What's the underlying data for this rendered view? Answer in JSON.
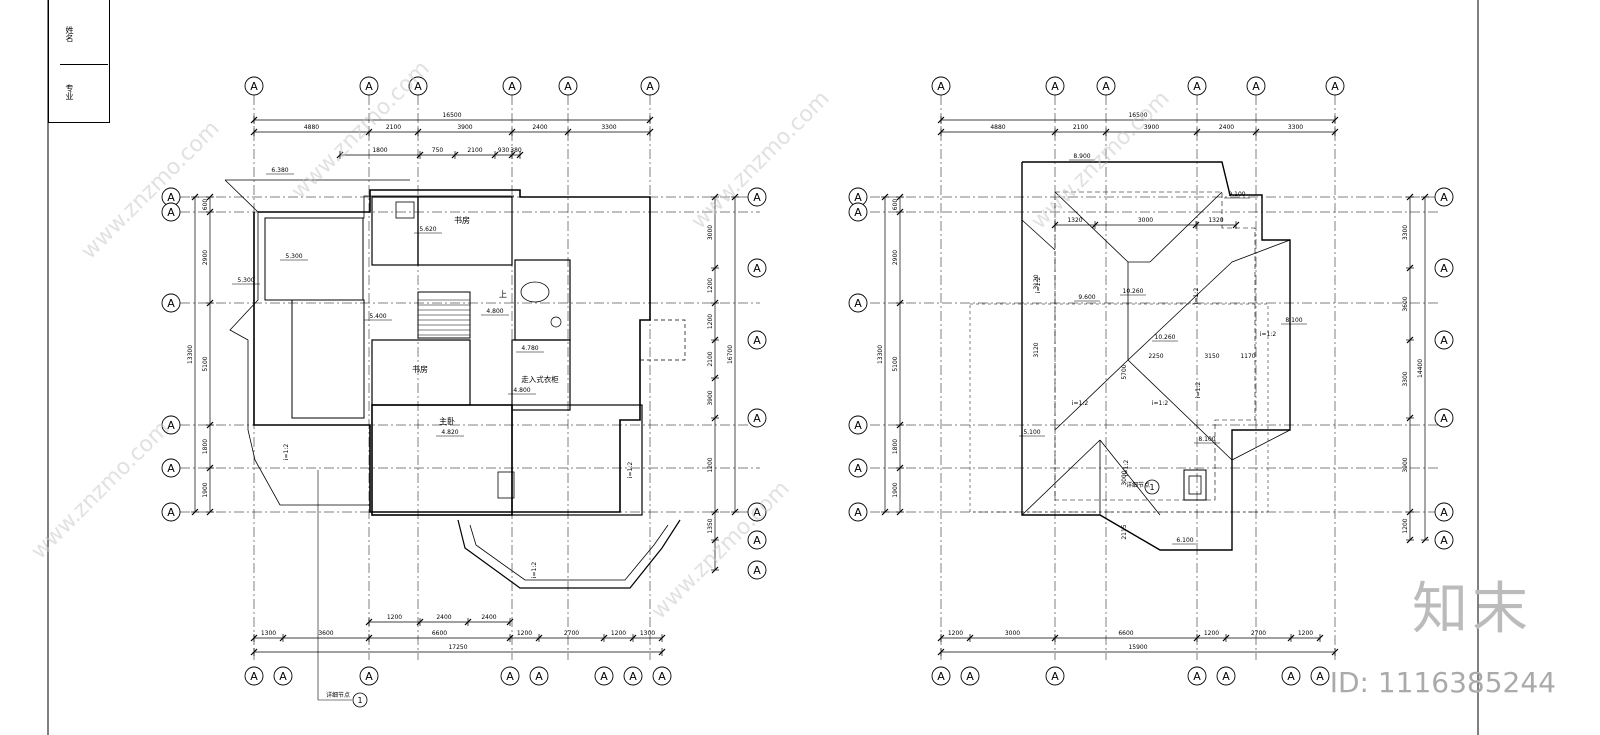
{
  "title_block": {
    "labels": [
      "专业",
      "姓名"
    ]
  },
  "grid_bubble_letter": "A",
  "rooms": {
    "study_upper": "书房",
    "study_lower": "书房",
    "walk_in_closet": "走入式衣柜",
    "master_bedroom": "主卧",
    "up_stair": "上"
  },
  "left_plan": {
    "top_total": "16500",
    "top_segments": [
      "4880",
      "2100",
      "3900",
      "2400",
      "3300"
    ],
    "detail_top": [
      "1800",
      "750",
      "2100",
      "930",
      "380"
    ],
    "bottom_total": "17250",
    "bottom_segments": [
      "1300",
      "3600",
      "6600",
      "1200",
      "2700",
      "1200",
      "1300"
    ],
    "bottom_inner": [
      "1200",
      "2400",
      "2400"
    ],
    "left_total": "13300",
    "left_segments": [
      "600",
      "2900",
      "5100",
      "1800",
      "1900"
    ],
    "right_total": "16700",
    "right_segments": [
      "3000",
      "1200",
      "1200",
      "2100",
      "3900",
      "1200",
      "1350"
    ],
    "levels": [
      "4.800",
      "5.620",
      "5.400",
      "5.300",
      "4.780",
      "4.800",
      "4.820",
      "5.300",
      "6.380"
    ],
    "slope": "i=1:2",
    "detail_ref": "详细节点",
    "detail_no": "1"
  },
  "right_plan": {
    "top_total": "16500",
    "top_segments": [
      "4880",
      "2100",
      "3900",
      "2400",
      "3300"
    ],
    "inner_top": [
      "1320",
      "3000",
      "1320"
    ],
    "bottom_total": "15900",
    "bottom_segments": [
      "1200",
      "3000",
      "6600",
      "1200",
      "2700",
      "1200"
    ],
    "left_total": "13300",
    "left_segments": [
      "600",
      "2900",
      "5100",
      "1800",
      "1900"
    ],
    "right_total": "14400",
    "right_segments": [
      "3300",
      "3600",
      "3300",
      "3900",
      "1200"
    ],
    "levels": [
      "8.900",
      "9.100",
      "9.600",
      "10.260",
      "10.260",
      "8.100",
      "5.100",
      "6.100",
      "8.100"
    ],
    "inner_dims": [
      "3120",
      "3120",
      "2250",
      "3150",
      "1170",
      "5700",
      "3000",
      "2115"
    ],
    "slope": "i=1:2",
    "detail_ref": "详细节点",
    "detail_no": "1"
  },
  "watermark": {
    "site": "www.znzmo.com",
    "logo": "知末",
    "id": "ID: 1116385244"
  }
}
